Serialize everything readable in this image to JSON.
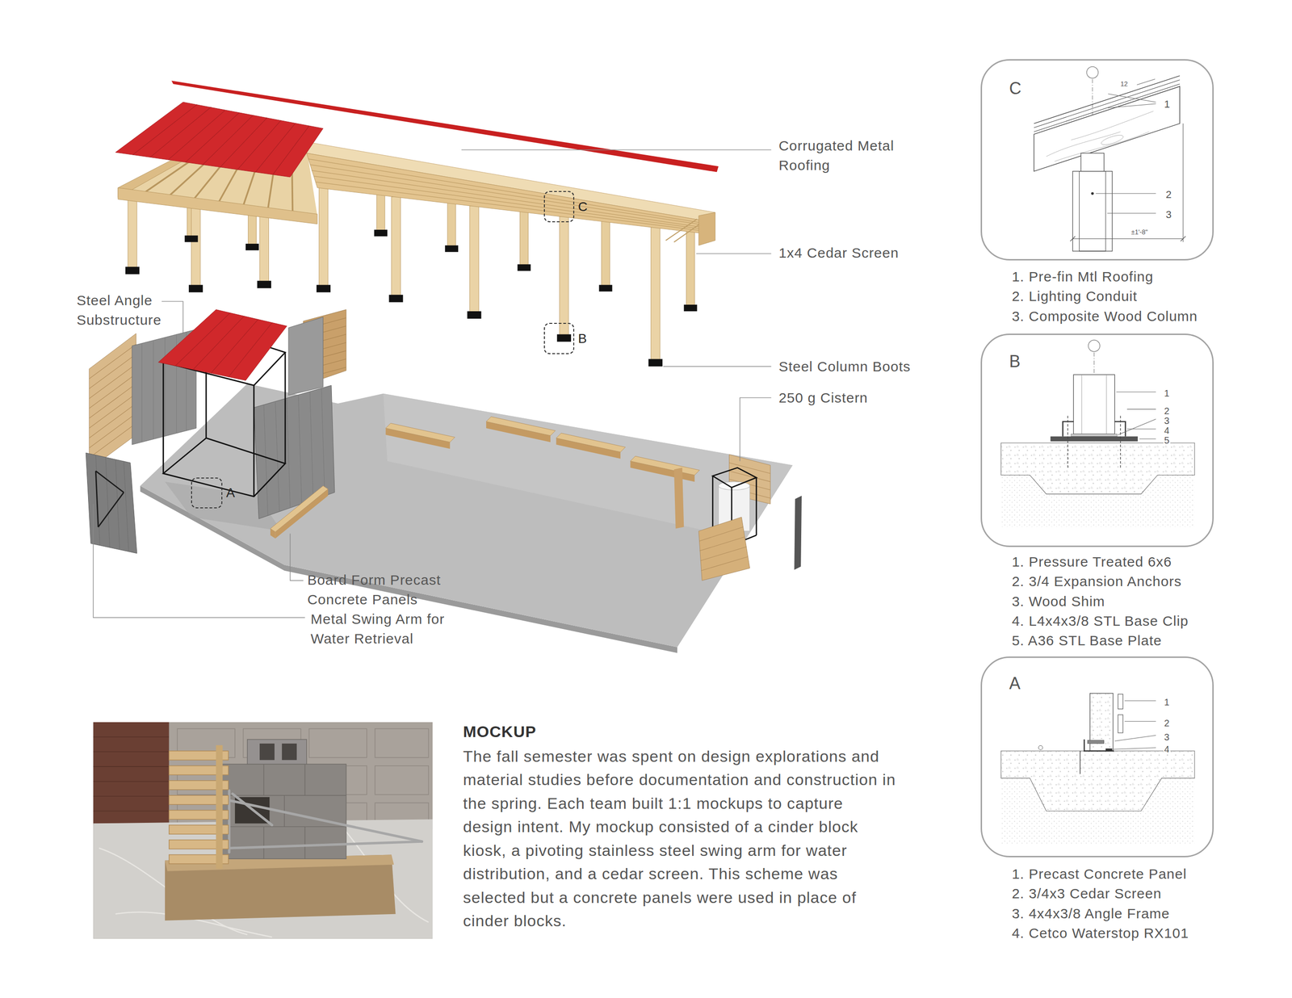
{
  "diagram": {
    "nodes": [
      {
        "text": [
          "C"
        ]
      },
      {
        "text": [
          "B"
        ]
      },
      {
        "text": [
          "A"
        ]
      },
      {
        "text": [
          "C",
          "12",
          "1",
          "2",
          "3",
          "±1'-8\""
        ]
      },
      {
        "text": [
          "B",
          "1",
          "2",
          "3",
          "4",
          "5"
        ]
      },
      {
        "text": [
          "A",
          "1",
          "2",
          "3",
          "4"
        ]
      }
    ],
    "labels": [
      "Corrugated Metal Roofing",
      "1x4 Cedar Screen",
      "Steel Angle Substructure",
      "Steel Column Boots",
      "250 g Cistern",
      "Board Form Precast Concrete Panels",
      "Metal Swing Arm for Water Retrieval",
      "1. Pre-fin Mtl Roofing",
      "2. Lighting Conduit",
      "3. Composite Wood Column",
      "1. Pressure Treated 6x6",
      "2. 3/4 Expansion Anchors",
      "3. Wood Shim",
      "4. L4x4x3/8 STL Base Clip",
      "5. A36 STL Base Plate",
      "1. Precast Concrete Panel",
      "2. 3/4x3 Cedar Screen",
      "3. 4x4x3/8 Angle Frame",
      "4. Cetco Waterstop RX101",
      "MOCKUP",
      "The fall semester was spent on design explorations and material studies before documentation and construction in the spring. Each team built 1:1 mockups to capture design intent. My mockup consisted of a cinder block kiosk, a pivoting stainless steel swing arm for water distribution, and a cedar screen. This scheme was selected but a concrete panels were used in place of cinder blocks."
    ]
  }
}
